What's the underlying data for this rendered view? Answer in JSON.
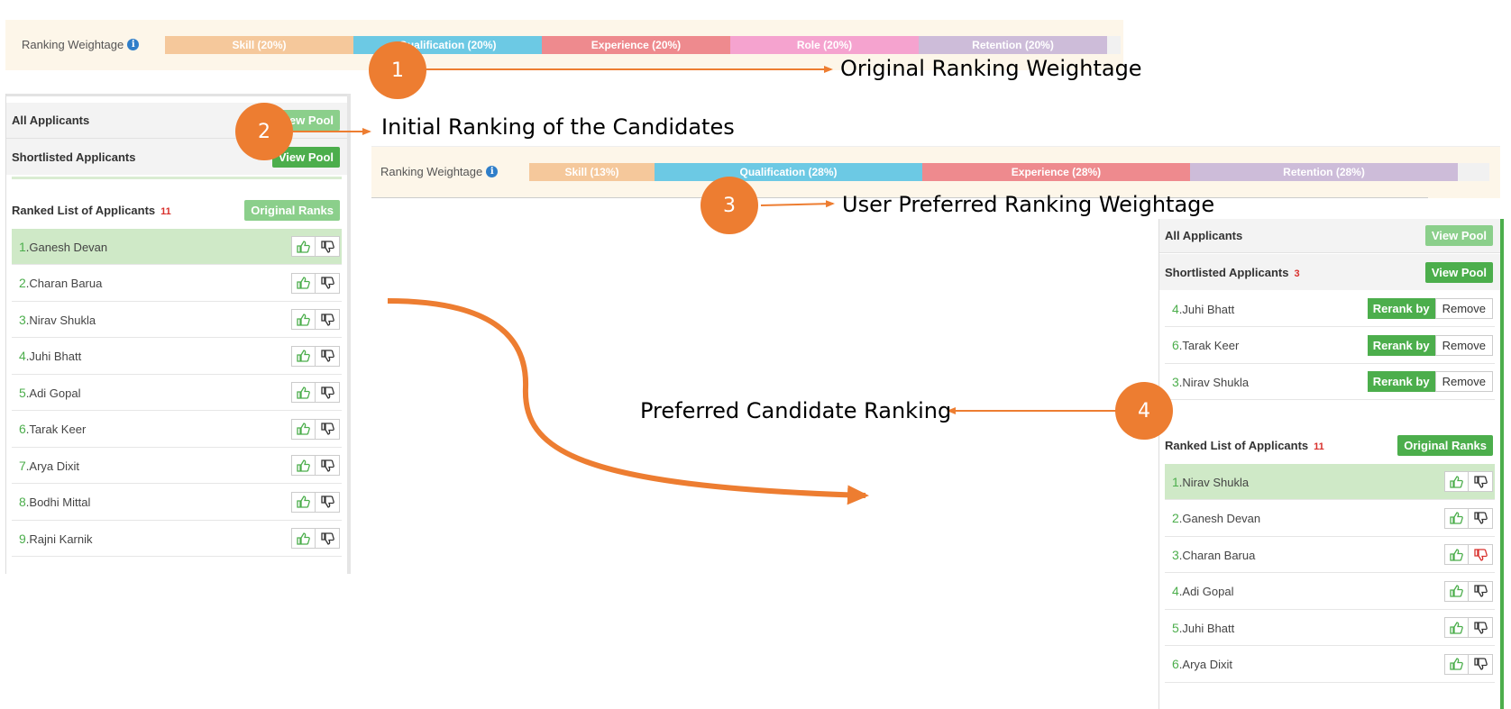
{
  "top_weightage": {
    "label": "Ranking Weightage",
    "segments": [
      {
        "label": "Skill (20%)",
        "color": "#f5c89b"
      },
      {
        "label": "Qualification (20%)",
        "color": "#6cc9e4"
      },
      {
        "label": "Experience (20%)",
        "color": "#ee8a8e"
      },
      {
        "label": "Role (20%)",
        "color": "#f5a3cf"
      },
      {
        "label": "Retention (20%)",
        "color": "#cdbcd9"
      }
    ]
  },
  "user_weightage": {
    "label": "Ranking Weightage",
    "segments": [
      {
        "label": "Skill (13%)",
        "color": "#f5c89b"
      },
      {
        "label": "Qualification (28%)",
        "color": "#6cc9e4"
      },
      {
        "label": "Experience (28%)",
        "color": "#ee8a8e"
      },
      {
        "label": "Retention (28%)",
        "color": "#cdbcd9"
      }
    ]
  },
  "left_panel": {
    "all_applicants": "All Applicants",
    "view_pool_1": "View Pool",
    "shortlisted": "Shortlisted Applicants",
    "view_pool_2": "View Pool",
    "ranked_title": "Ranked List of Applicants",
    "ranked_count": "11",
    "original_ranks": "Original Ranks",
    "applicants": [
      {
        "rank": "1",
        "name": ".Ganesh Devan"
      },
      {
        "rank": "2",
        "name": ".Charan Barua"
      },
      {
        "rank": "3",
        "name": ".Nirav Shukla"
      },
      {
        "rank": "4",
        "name": ".Juhi Bhatt"
      },
      {
        "rank": "5",
        "name": ".Adi Gopal"
      },
      {
        "rank": "6",
        "name": ".Tarak Keer"
      },
      {
        "rank": "7",
        "name": ".Arya Dixit"
      },
      {
        "rank": "8",
        "name": ".Bodhi Mittal"
      },
      {
        "rank": "9",
        "name": ".Rajni Karnik"
      }
    ]
  },
  "right_panel": {
    "all_applicants": "All Applicants",
    "view_pool_1": "View Pool",
    "shortlisted": "Shortlisted Applicants",
    "shortlisted_count": "3",
    "view_pool_2": "View Pool",
    "rerank_label": "Rerank by",
    "remove_label": "Remove",
    "shortlist": [
      {
        "rank": "4",
        "name": ".Juhi Bhatt"
      },
      {
        "rank": "6",
        "name": ".Tarak Keer"
      },
      {
        "rank": "3",
        "name": ".Nirav Shukla"
      }
    ],
    "ranked_title": "Ranked List of Applicants",
    "ranked_count": "11",
    "original_ranks": "Original Ranks",
    "applicants": [
      {
        "rank": "1",
        "name": ".Nirav Shukla"
      },
      {
        "rank": "2",
        "name": ".Ganesh Devan"
      },
      {
        "rank": "3",
        "name": ".Charan Barua"
      },
      {
        "rank": "4",
        "name": ".Adi Gopal"
      },
      {
        "rank": "5",
        "name": ".Juhi Bhatt"
      },
      {
        "rank": "6",
        "name": ".Arya Dixit"
      }
    ]
  },
  "callouts": [
    {
      "number": "1",
      "text": "Original Ranking Weightage"
    },
    {
      "number": "2",
      "text": "Initial Ranking of the Candidates"
    },
    {
      "number": "3",
      "text": "User Preferred Ranking Weightage"
    },
    {
      "number": "4",
      "text": "Preferred Candidate Ranking"
    }
  ],
  "colors": {
    "accent": "#ed7d31",
    "green": "#4cae4c",
    "active_row": "#cfe9c7",
    "count_red": "#d9302c",
    "thumb_down_red": "#d9302c"
  }
}
